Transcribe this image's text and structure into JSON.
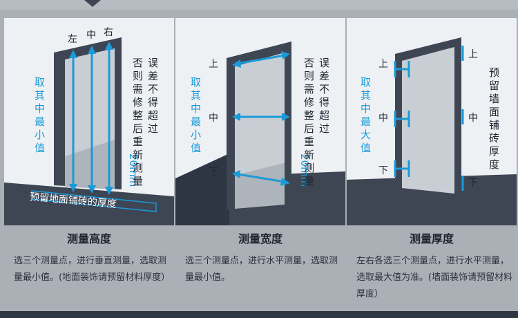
{
  "panels": [
    {
      "labels": {
        "left": "左",
        "mid": "中",
        "right": "右"
      },
      "side_text": "取其中最小值",
      "note_text": "误差不得超过",
      "note_value": "20mm",
      "note_text2": "否则需修整后重新测量",
      "floor_text": "预留地面铺砖的厚度",
      "title": "测量高度",
      "desc": "选三个测量点，进行垂直测量，选取测量最小值。(地面装饰请预留材料厚度）"
    },
    {
      "labels": {
        "top": "上",
        "mid": "中",
        "bottom": "下"
      },
      "side_text": "取其中最小值",
      "note_text": "误差不得超过",
      "note_value": "20mm",
      "note_text2": "否则需修整后重新测量",
      "title": "测量宽度",
      "desc": "选三个测量点，进行水平测量，选取测量最小值。"
    },
    {
      "labels_left": {
        "top": "上",
        "mid": "中",
        "bottom": "下"
      },
      "labels_right": {
        "top": "上",
        "mid": "中",
        "bottom": "下"
      },
      "side_text": "取其中最大值",
      "note_text": "预留墙面铺砖厚度",
      "title": "测量厚度",
      "desc": "左右各选三个测量点，进行水平测量，选取最大值为准。(墙面装饰请预留材料厚度）"
    }
  ],
  "colors": {
    "accent": "#1a9ad8",
    "dark": "#3e4654",
    "door_face": "#c5cad0",
    "wall": "#eef1f4"
  }
}
